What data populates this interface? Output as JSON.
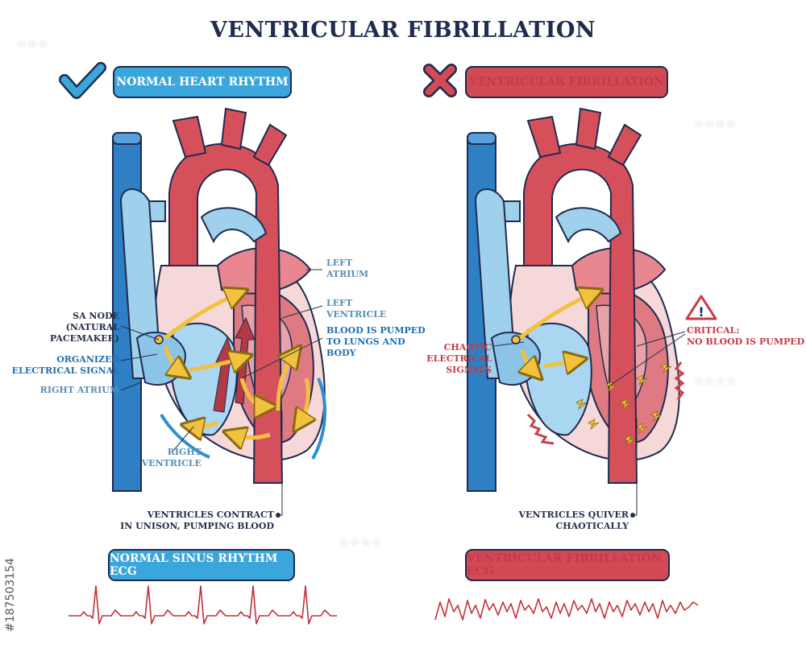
{
  "title": "VENTRICULAR FIBRILLATION",
  "left_panel": {
    "badge": "NORMAL HEART RHYTHM",
    "labels": {
      "left_atrium": "LEFT\nATRIUM",
      "left_ventricle": "LEFT\nVENTRICLE",
      "sa_node": "SA NODE\n(NATURAL\nPACEMAKER)",
      "organized_signal": "ORGANIZED\nELECTRICAL SIGNAL",
      "right_atrium": "RIGHT ATRIUM",
      "blood_pumped": "BLOOD IS PUMPED\nTO LUNGS AND\nBODY",
      "right_ventricle": "RIGHT\nVENTRICLE",
      "contract": "VENTRICLES CONTRACT\nIN UNISON, PUMPING BLOOD"
    },
    "ecg_badge": "NORMAL SINUS RHYTHM ECG"
  },
  "right_panel": {
    "badge": "VENTRICULAR FIBRILLATION",
    "labels": {
      "chaotic": "CHAOTIC\nELECTRICAL\nSIGNALS",
      "critical": "CRITICAL:\nNO BLOOD IS PUMPED",
      "quiver": "VENTRICLES QUIVER\nCHAOTICALLY"
    },
    "ecg_badge": "VENTRICULAR FIBRILLATION ECG"
  },
  "stock_id": "#187503154",
  "icons": {
    "check": "check-icon",
    "cross": "cross-icon",
    "warning": "warning-icon"
  },
  "colors": {
    "title": "#1f2b4f",
    "blue_badge": "#3aa6dc",
    "red_badge": "#d14a55",
    "vein_blue": "#2f7fc4",
    "artery_red": "#d6505c",
    "light_blue": "#9fd0ec",
    "light_red": "#e8a7ac",
    "signal_yellow": "#f2c23e",
    "ecg_red": "#c3313d"
  }
}
